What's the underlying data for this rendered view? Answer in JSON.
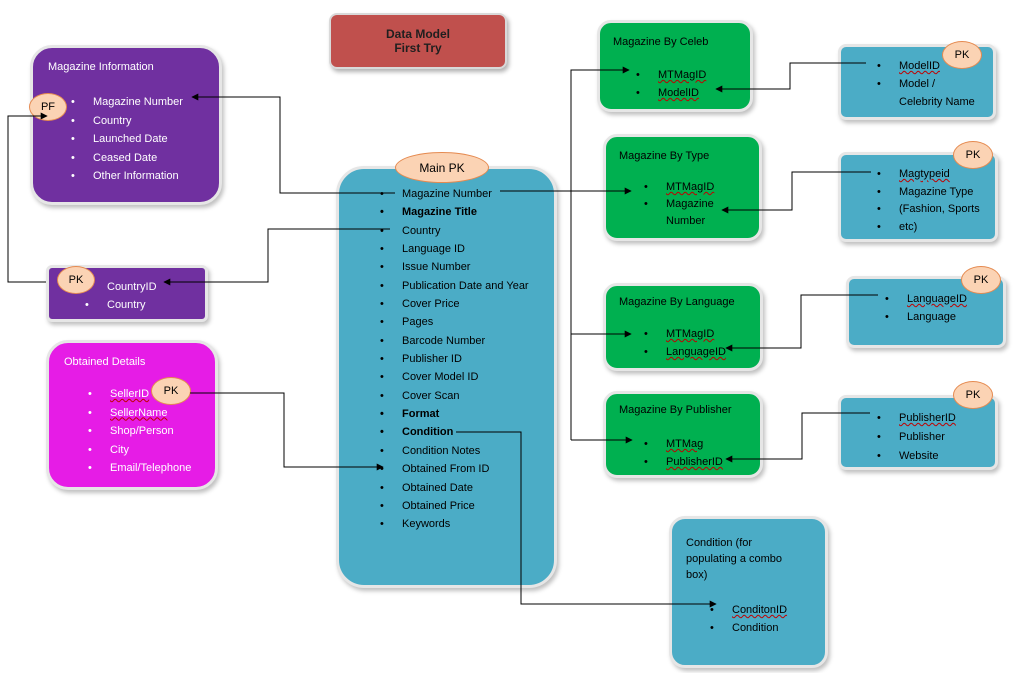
{
  "heading": {
    "line1": "Data Model",
    "line2": "First Try"
  },
  "magazine_information": {
    "title": "Magazine Information",
    "items": [
      "Magazine Number",
      "Country",
      "Launched Date",
      "Ceased Date",
      "Other Information"
    ],
    "key": "PF"
  },
  "country": {
    "items": [
      "CountryID",
      "Country"
    ],
    "key": "PK"
  },
  "obtained_details": {
    "title": "Obtained Details",
    "items": [
      "SellerID",
      "SellerName",
      "Shop/Person",
      "City",
      "Email/Telephone"
    ],
    "key": "PK"
  },
  "main": {
    "key": "Main PK",
    "items": [
      "Magazine Number",
      "Magazine Title",
      "Country",
      "Language ID",
      "Issue Number",
      "Publication Date and Year",
      "Cover Price",
      "Pages",
      "Barcode Number",
      "Publisher ID",
      "Cover Model ID",
      "Cover Scan",
      "Format",
      "Condition",
      "Condition Notes",
      "Obtained From ID",
      "Obtained Date",
      "Obtained Price",
      "Keywords"
    ]
  },
  "by_celeb": {
    "title": "Magazine By Celeb",
    "items": [
      "MTMagID",
      "ModelID"
    ]
  },
  "by_type": {
    "title": "Magazine By Type",
    "items": [
      "MTMagID",
      "Magazine",
      "Number"
    ]
  },
  "by_language": {
    "title": "Magazine By Language",
    "items": [
      "MTMagID",
      "LanguageID"
    ]
  },
  "by_publisher": {
    "title": "Magazine By Publisher",
    "items": [
      "MTMag",
      "PublisherID"
    ]
  },
  "model": {
    "items": [
      "ModelID",
      "Model /",
      "Celebrity Name"
    ],
    "key": "PK"
  },
  "type": {
    "items": [
      "Magtypeid",
      "Magazine Type",
      "(Fashion, Sports",
      "etc)"
    ],
    "key": "PK"
  },
  "language": {
    "items": [
      "LanguageID",
      "Language"
    ],
    "key": "PK"
  },
  "publisher": {
    "items": [
      "PublisherID",
      "Publisher",
      "Website"
    ],
    "key": "PK"
  },
  "condition": {
    "title_line1": "Condition (for",
    "title_line2": "populating a combo",
    "title_line3": "box)",
    "items": [
      "ConditonID",
      "Condition"
    ]
  },
  "colors": {
    "purple": "#7030a0",
    "magenta": "#e61ce6",
    "teal": "#4bacc6",
    "green": "#00b050",
    "heading": "#c0504d",
    "key_pill": "#fbd3b4"
  }
}
